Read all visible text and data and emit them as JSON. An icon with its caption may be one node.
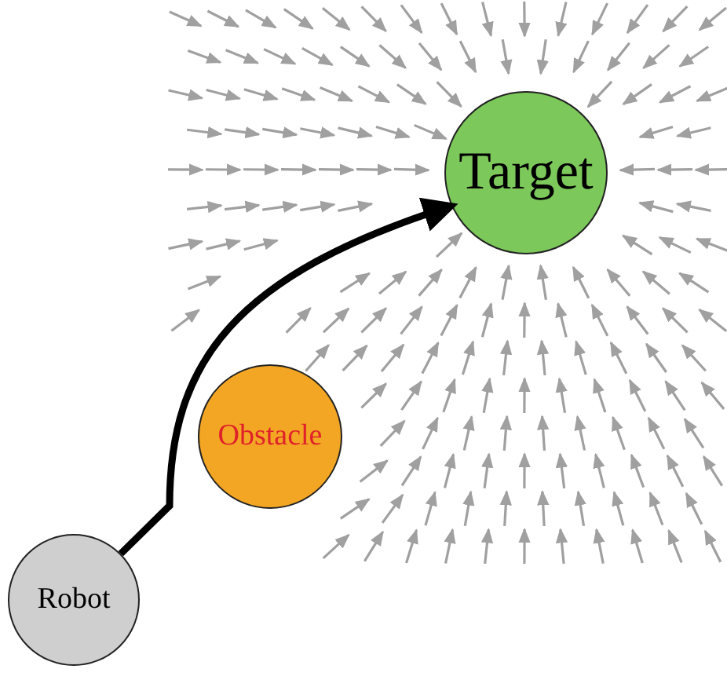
{
  "diagram": {
    "nodes": [
      {
        "text": [
          "Target"
        ]
      },
      {
        "text": [
          "Obstacle"
        ]
      },
      {
        "text": [
          "Robot"
        ]
      }
    ],
    "edges": [
      {
        "from": 2,
        "to": 0,
        "arrow": "to"
      }
    ]
  }
}
